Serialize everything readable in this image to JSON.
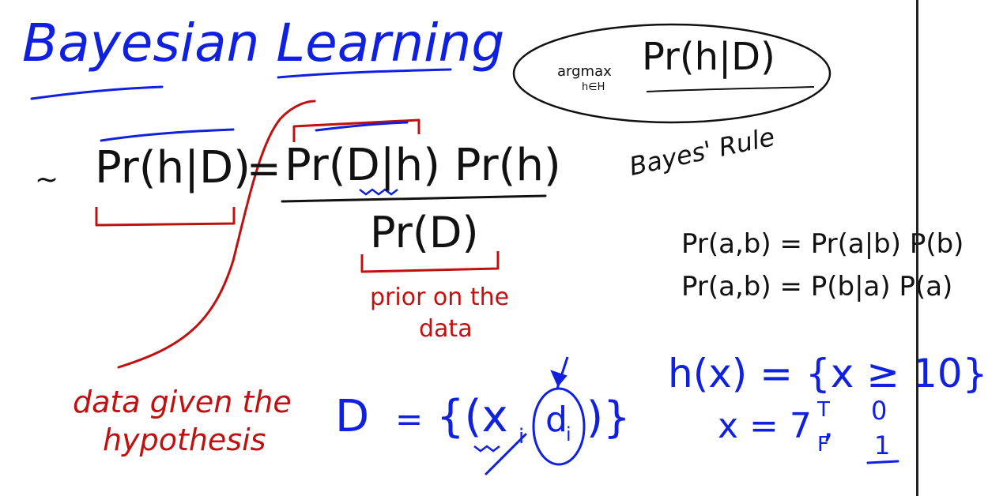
{
  "title": "Bayesian Learning",
  "ellipse": {
    "argmax": "argmax",
    "argmax_sub": "h∈H",
    "expr": "Pr(h|D)"
  },
  "equation": {
    "tilde": "~",
    "lhs": "Pr(h|D)",
    "equals": "=",
    "numerator": "Pr(D|h) Pr(h)",
    "denominator": "Pr(D)"
  },
  "annotations": {
    "prior_line1": "prior on the",
    "prior_line2": "data",
    "data_given_line1": "data given the",
    "data_given_line2": "hypothesis"
  },
  "bayes_rule": {
    "heading": "Bayes' Rule",
    "line1": "Pr(a,b) = Pr(a|b) P(b)",
    "line2": "Pr(a,b) = P(b|a) P(a)"
  },
  "dataset": {
    "lhs": "D",
    "equals": "=",
    "set": "{(x",
    "x_sub": "i",
    "comma": ",",
    "d": "d",
    "d_sub": "i",
    "close": ")}"
  },
  "hypothesis": {
    "definition": "h(x) = {x ≥ 10}",
    "example_x": "x = 7 ,",
    "true_label": "T",
    "false_label": "F",
    "true_value": "0",
    "false_value": "1"
  },
  "colors": {
    "blue": "#1020e0",
    "red": "#c01010",
    "black": "#111111"
  }
}
